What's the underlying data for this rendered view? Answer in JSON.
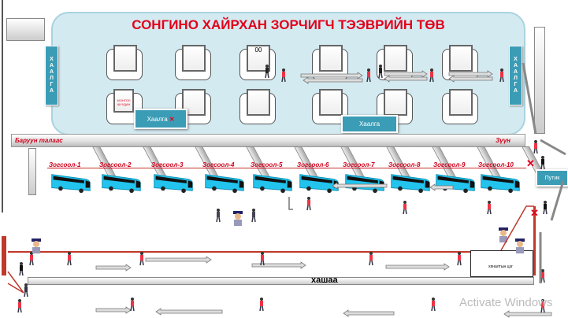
{
  "title": "СОНГИНО ХАЙРХАН ЗОРЧИГЧ ТЭЭВРИЙН ТӨВ",
  "side_door_label": "Хаалга",
  "doors": [
    {
      "label": "Хаалга",
      "closed": true
    },
    {
      "label": "Хаалга",
      "closed": false
    }
  ],
  "seat_label": "00",
  "road": {
    "west": "Баруун талаас",
    "east": "Зүүн"
  },
  "parking": [
    "Зогсоол-1",
    "Зогсоол-2",
    "Зогсоол-3",
    "Зогсоол-4",
    "Зогсоол-5",
    "Зогсоол-6",
    "Зогсоол-7",
    "Зогсоол-8",
    "Зогсоол-9",
    "Зогсоол-10"
  ],
  "kiosk": "Путик",
  "fence": "хашаа",
  "checkpoint": "хяналтын цэг",
  "ticket_logo": "МОНГОЛ ШУУДАН",
  "watermark": "Activate Windows",
  "colors": {
    "accent": "#e3001b",
    "panel": "#d3eaf1",
    "door": "#3b9cb6",
    "bus": "#22c4ee"
  }
}
